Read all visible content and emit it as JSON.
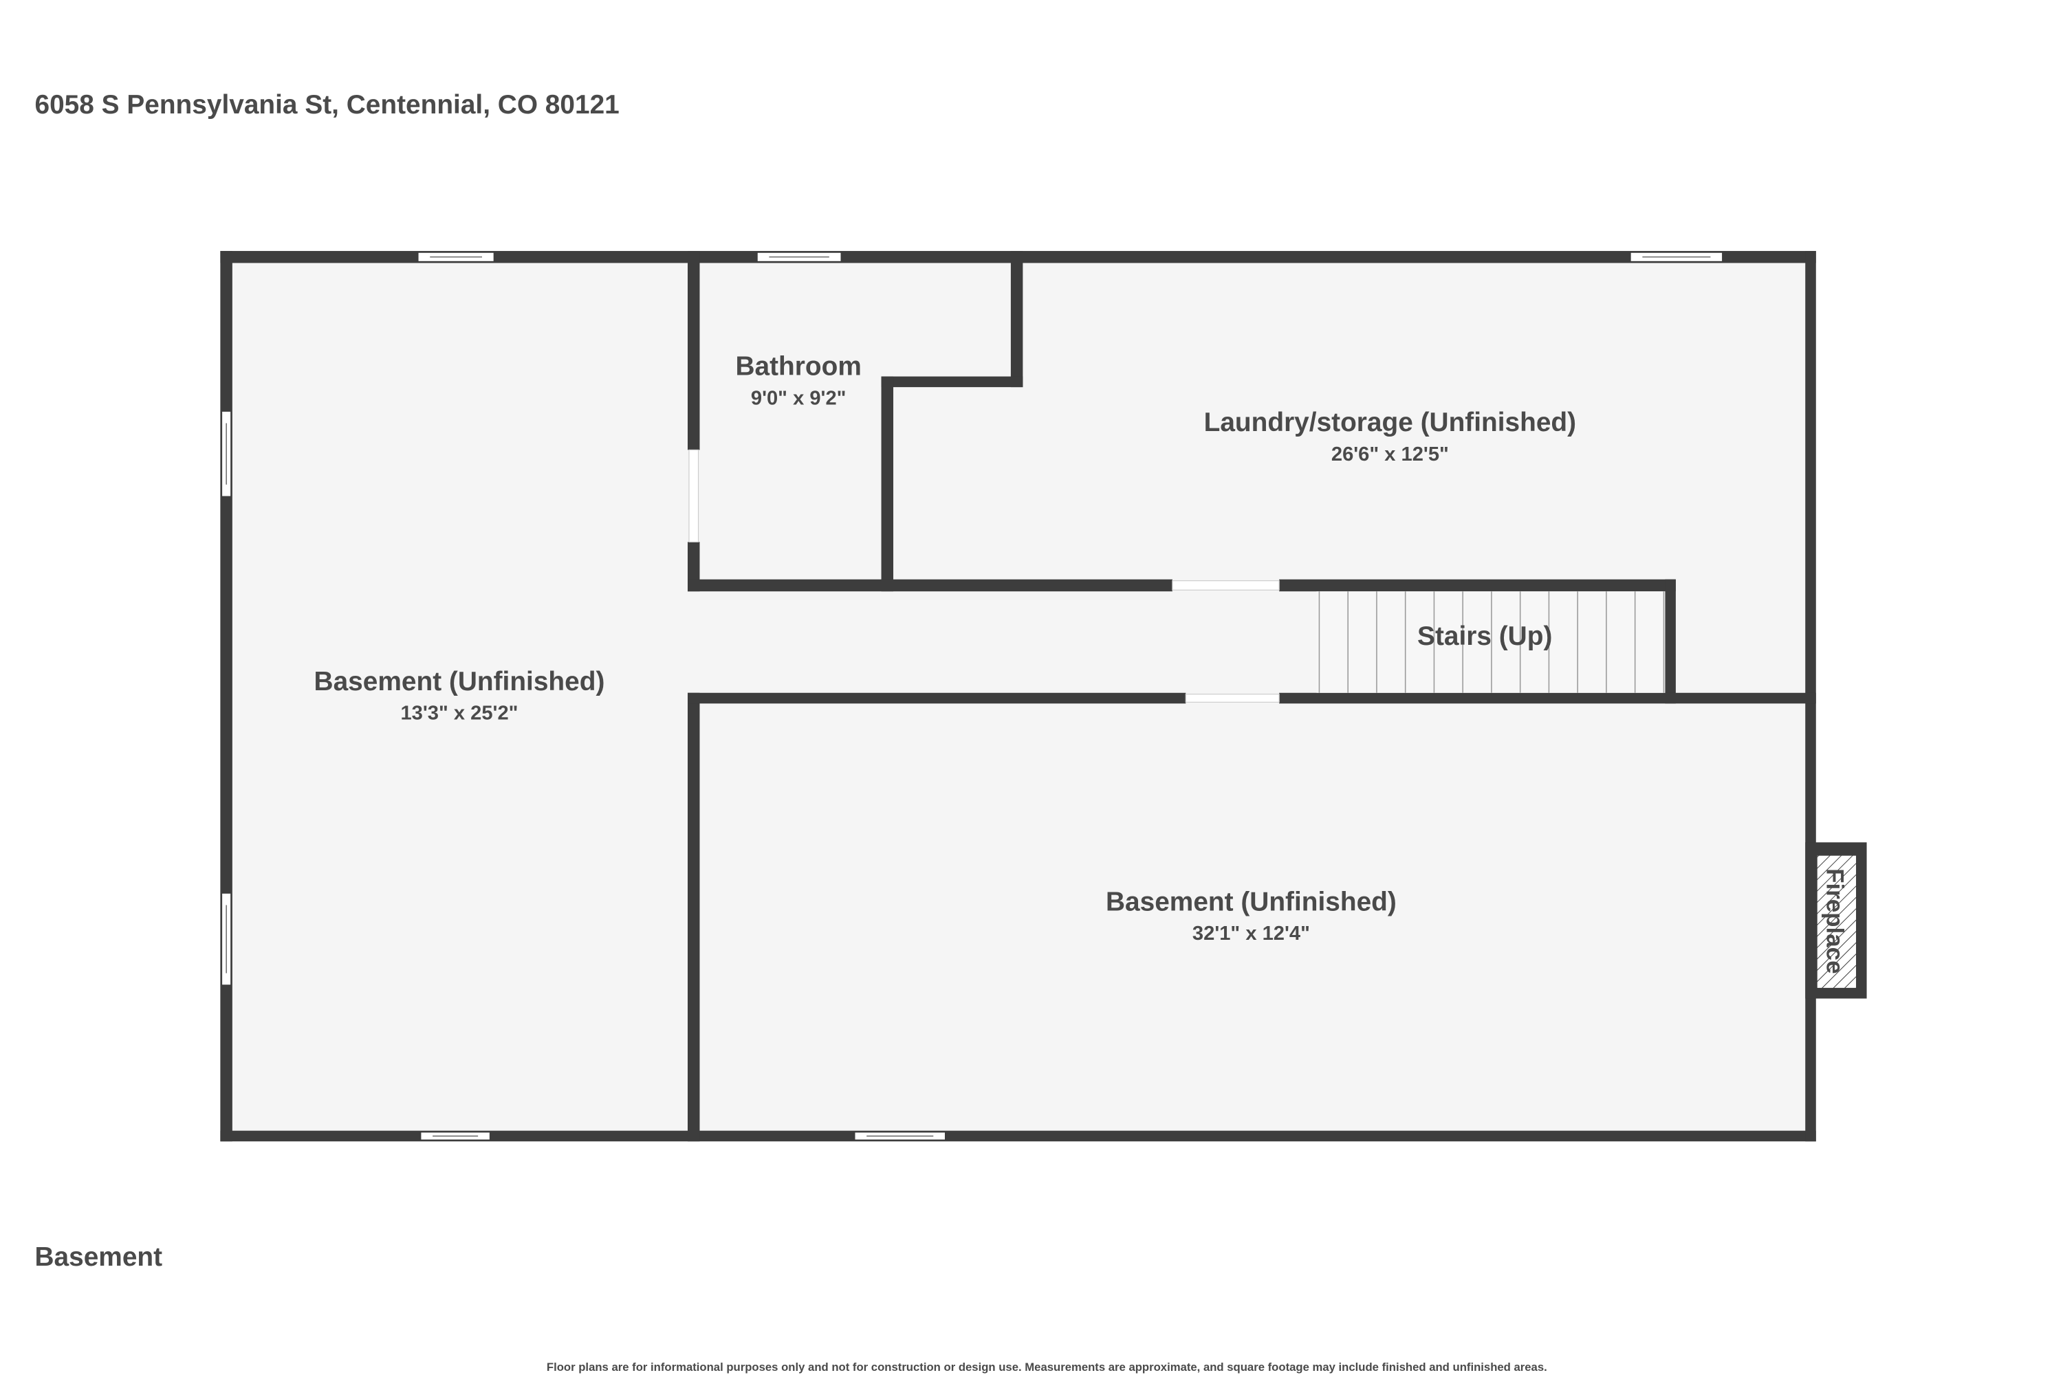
{
  "header": {
    "address": "6058 S Pennsylvania St, Centennial, CO 80121"
  },
  "floor_label": "Basement",
  "rooms": [
    {
      "name": "Basement (Unfinished)",
      "dimensions": "13'3\" x 25'2\""
    },
    {
      "name": "Bathroom",
      "dimensions": "9'0\" x 9'2\""
    },
    {
      "name": "Laundry/storage (Unfinished)",
      "dimensions": "26'6\" x 12'5\""
    },
    {
      "name": "Stairs (Up)"
    },
    {
      "name": "Basement (Unfinished)",
      "dimensions": "32'1\" x 12'4\""
    },
    {
      "name": "Fireplace"
    }
  ],
  "footer": {
    "disclaimer": "Floor plans are for informational purposes only and not for construction or design use. Measurements are approximate, and square footage may include finished and unfinished areas."
  },
  "colors": {
    "wall": "#3d3d3d",
    "floor": "#f5f5f5",
    "text": "#4a4a4a"
  }
}
